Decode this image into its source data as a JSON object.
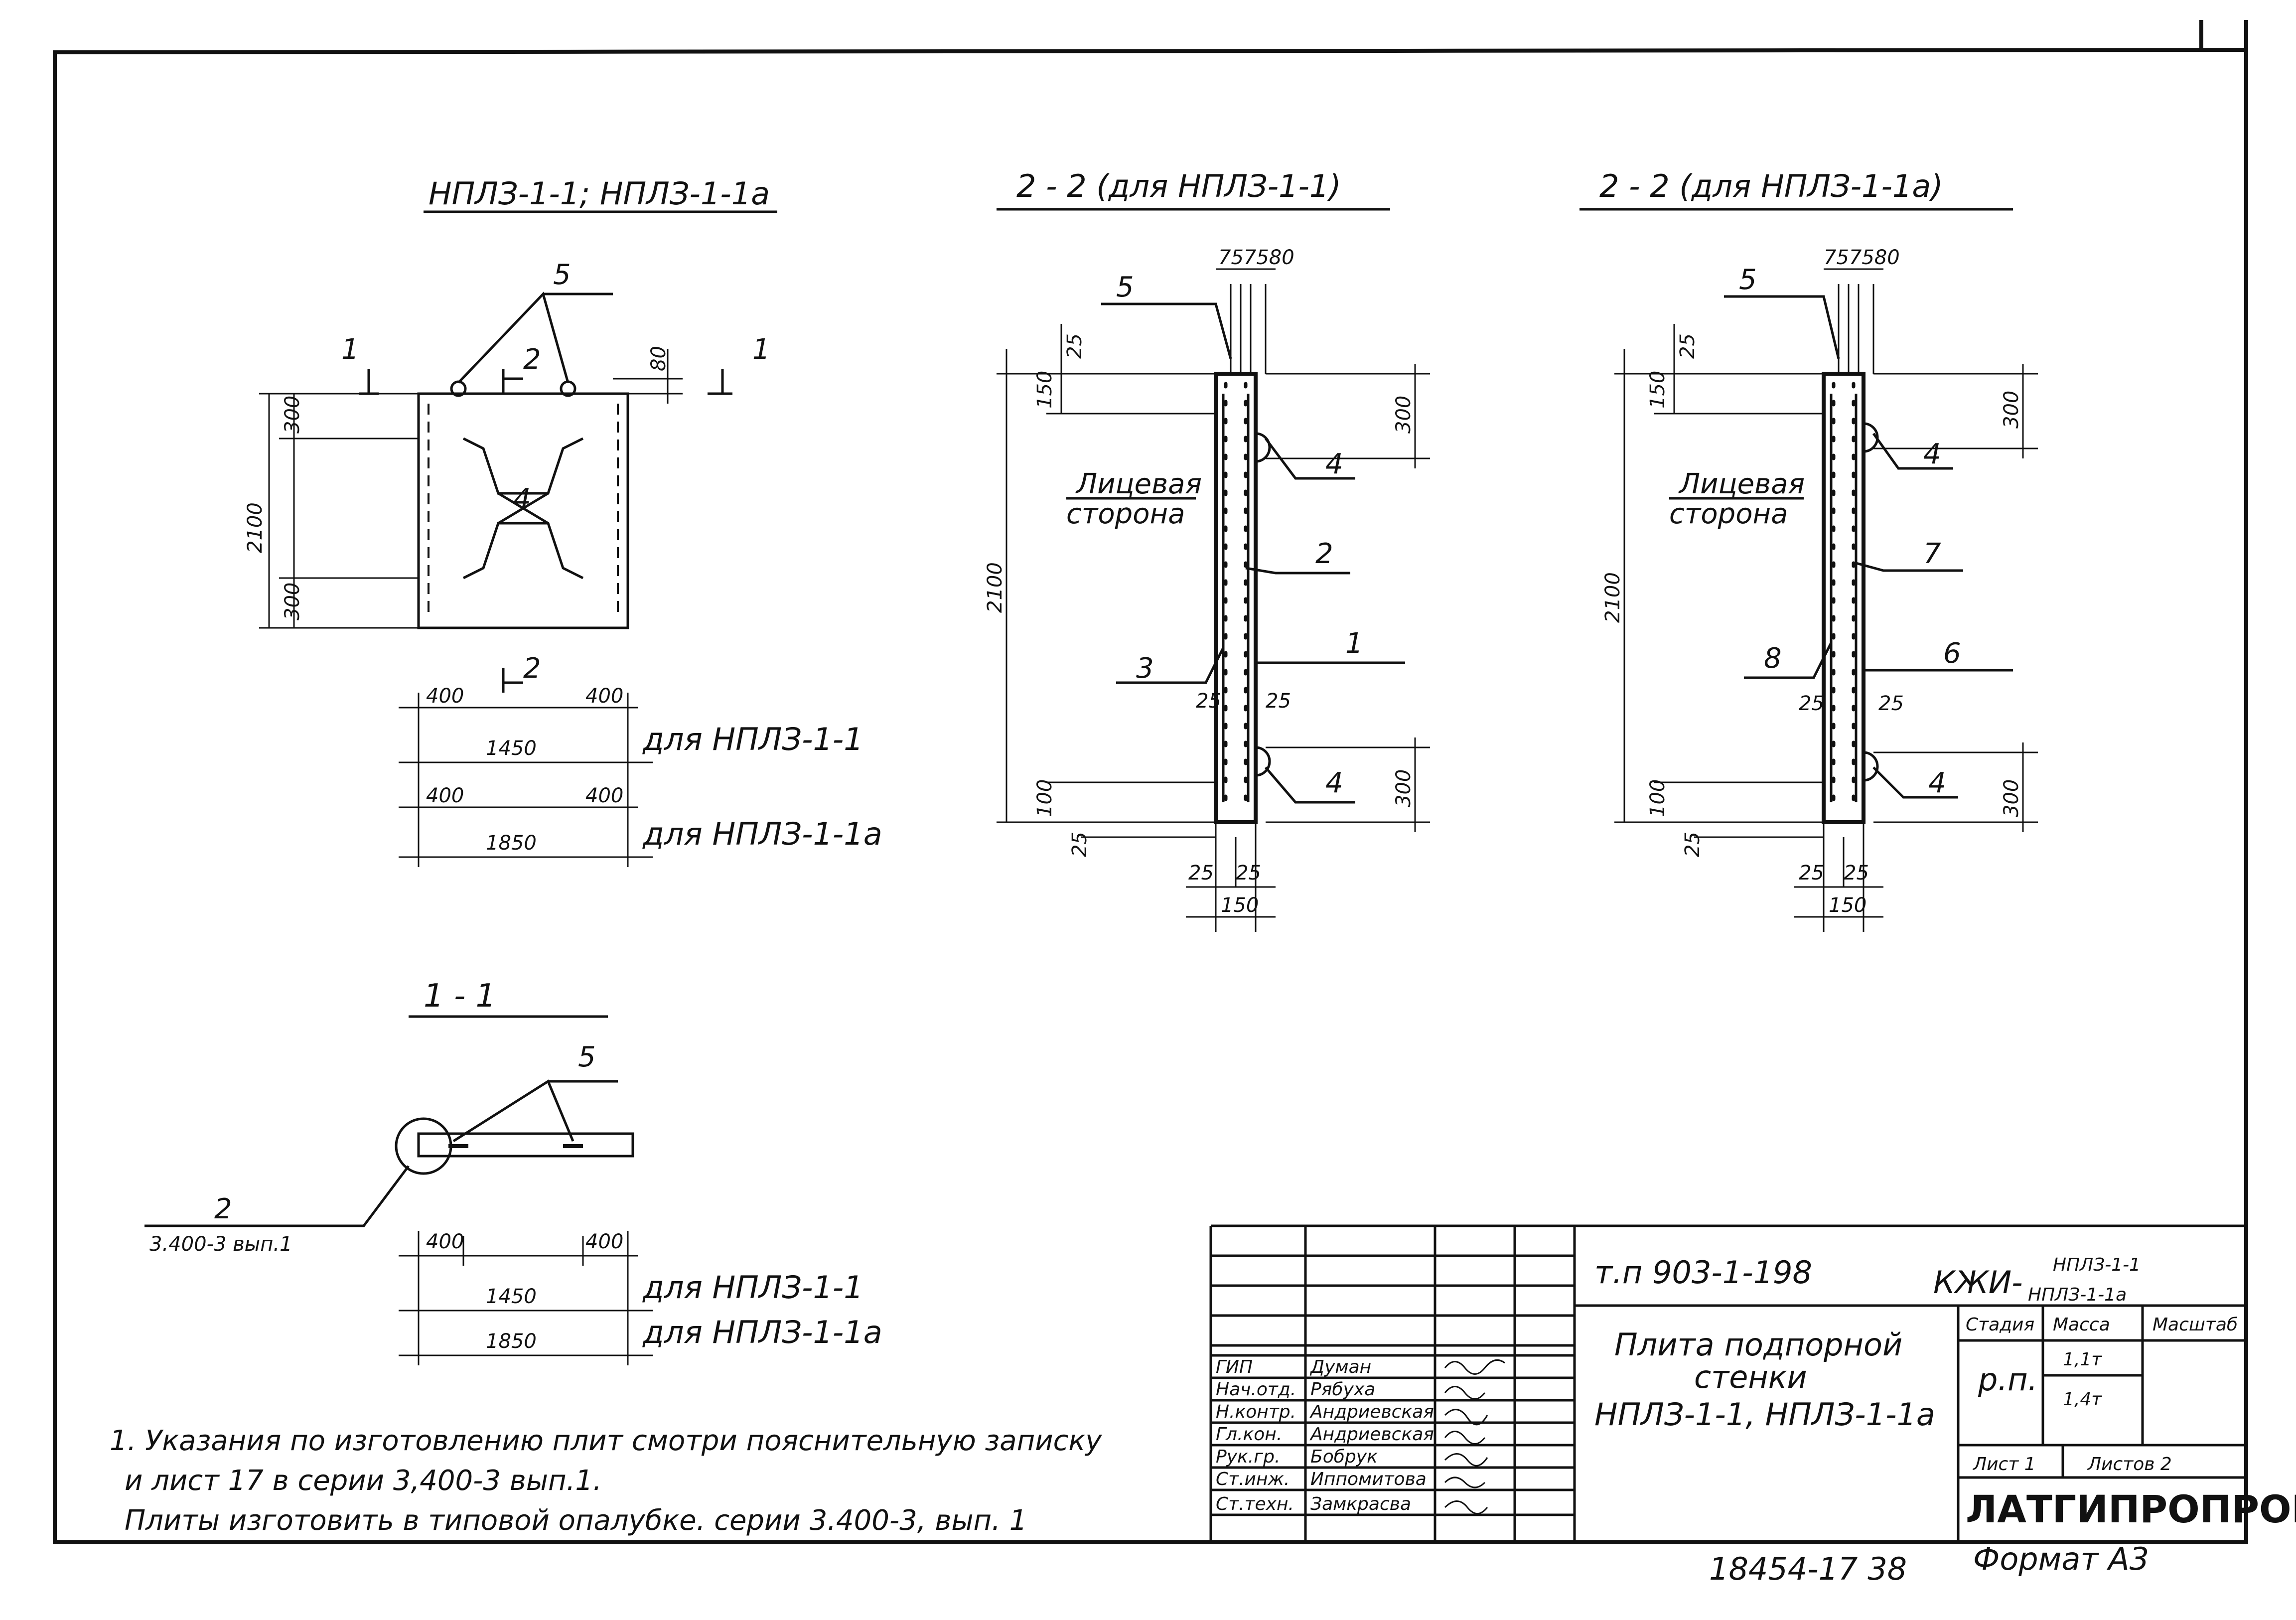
{
  "views": {
    "plan": {
      "title": "НПЛЗ-1-1; НПЛЗ-1-1а",
      "section_mark_1": "1",
      "section_mark_2": "2",
      "label_4": "4",
      "label_5": "5",
      "dims": {
        "top": "80",
        "edge_top": "300",
        "edge_bottom": "300",
        "height": "2100",
        "left": "400",
        "right": "400",
        "width_1": "1450",
        "width_1a": "1850"
      },
      "for_1": "для НПЛЗ-1-1",
      "for_1a": "для НПЛЗ-1-1а"
    },
    "section_2_2_a": {
      "title": "2 - 2 (для НПЛЗ-1-1)",
      "face_label": [
        "Лицевая",
        "сторона"
      ],
      "callouts": [
        "5",
        "4",
        "2",
        "3",
        "1",
        "4"
      ],
      "dims": {
        "top": "757580",
        "d25": "25",
        "d150": "150",
        "d300a": "300",
        "height": "2100",
        "d100": "100",
        "d300b": "300",
        "d150w": "150"
      }
    },
    "section_2_2_b": {
      "title": "2 - 2 (для НПЛЗ-1-1а)",
      "face_label": [
        "Лицевая",
        "сторона"
      ],
      "callouts": [
        "5",
        "4",
        "7",
        "8",
        "6",
        "4"
      ],
      "dims": {
        "top": "757580",
        "d25": "25",
        "d150": "150",
        "d300a": "300",
        "height": "2100",
        "d100": "100",
        "d300b": "300",
        "d150w": "150"
      }
    },
    "section_1_1": {
      "title": "1 - 1",
      "label_5": "5",
      "node_ref": "2",
      "node_series": "3.400-3 вып.1",
      "dims": {
        "left": "400",
        "right": "400",
        "width_1": "1450",
        "width_1a": "1850"
      },
      "for_1": "для НПЛЗ-1-1",
      "for_1a": "для НПЛЗ-1-1а"
    }
  },
  "notes": [
    "1. Указания по изготовлению плит смотри пояснительную записку",
    "и лист 17   в серии   3,400-3 вып.1.",
    "Плиты изготовить в типовой опалубке. серии 3.400-3, вып. 1"
  ],
  "stamp": {
    "project": "т.п  903-1-198",
    "code": "КЖИ-",
    "code_lines": [
      "НПЛЗ-1-1",
      "НПЛЗ-1-1а"
    ],
    "title_lines": [
      "Плита подпорной",
      "стенки",
      "НПЛЗ-1-1,  НПЛЗ-1-1а"
    ],
    "head_stage": "Стадия",
    "head_mass": "Масса",
    "head_scale": "Масштаб",
    "stage": "р.п.",
    "mass": [
      "1,1т",
      "1,4т"
    ],
    "sheet": "Лист 1",
    "sheets": "Листов 2",
    "org": "ЛАТГИПРОПРОМ",
    "roles": [
      {
        "role": "ГИП",
        "name": "Думан"
      },
      {
        "role": "Нач.отд.",
        "name": "Рябуха"
      },
      {
        "role": "Н.контр.",
        "name": "Андриевская"
      },
      {
        "role": "Гл.кон.",
        "name": "Андриевская"
      },
      {
        "role": "Рук.гр.",
        "name": "Бобрук"
      },
      {
        "role": "Ст.инж.",
        "name": "Иппомитова"
      },
      {
        "role": "Ст.техн.",
        "name": "Замкрасва"
      }
    ]
  },
  "footer": {
    "archive": "18454-17  38",
    "format": "Формат А3"
  }
}
